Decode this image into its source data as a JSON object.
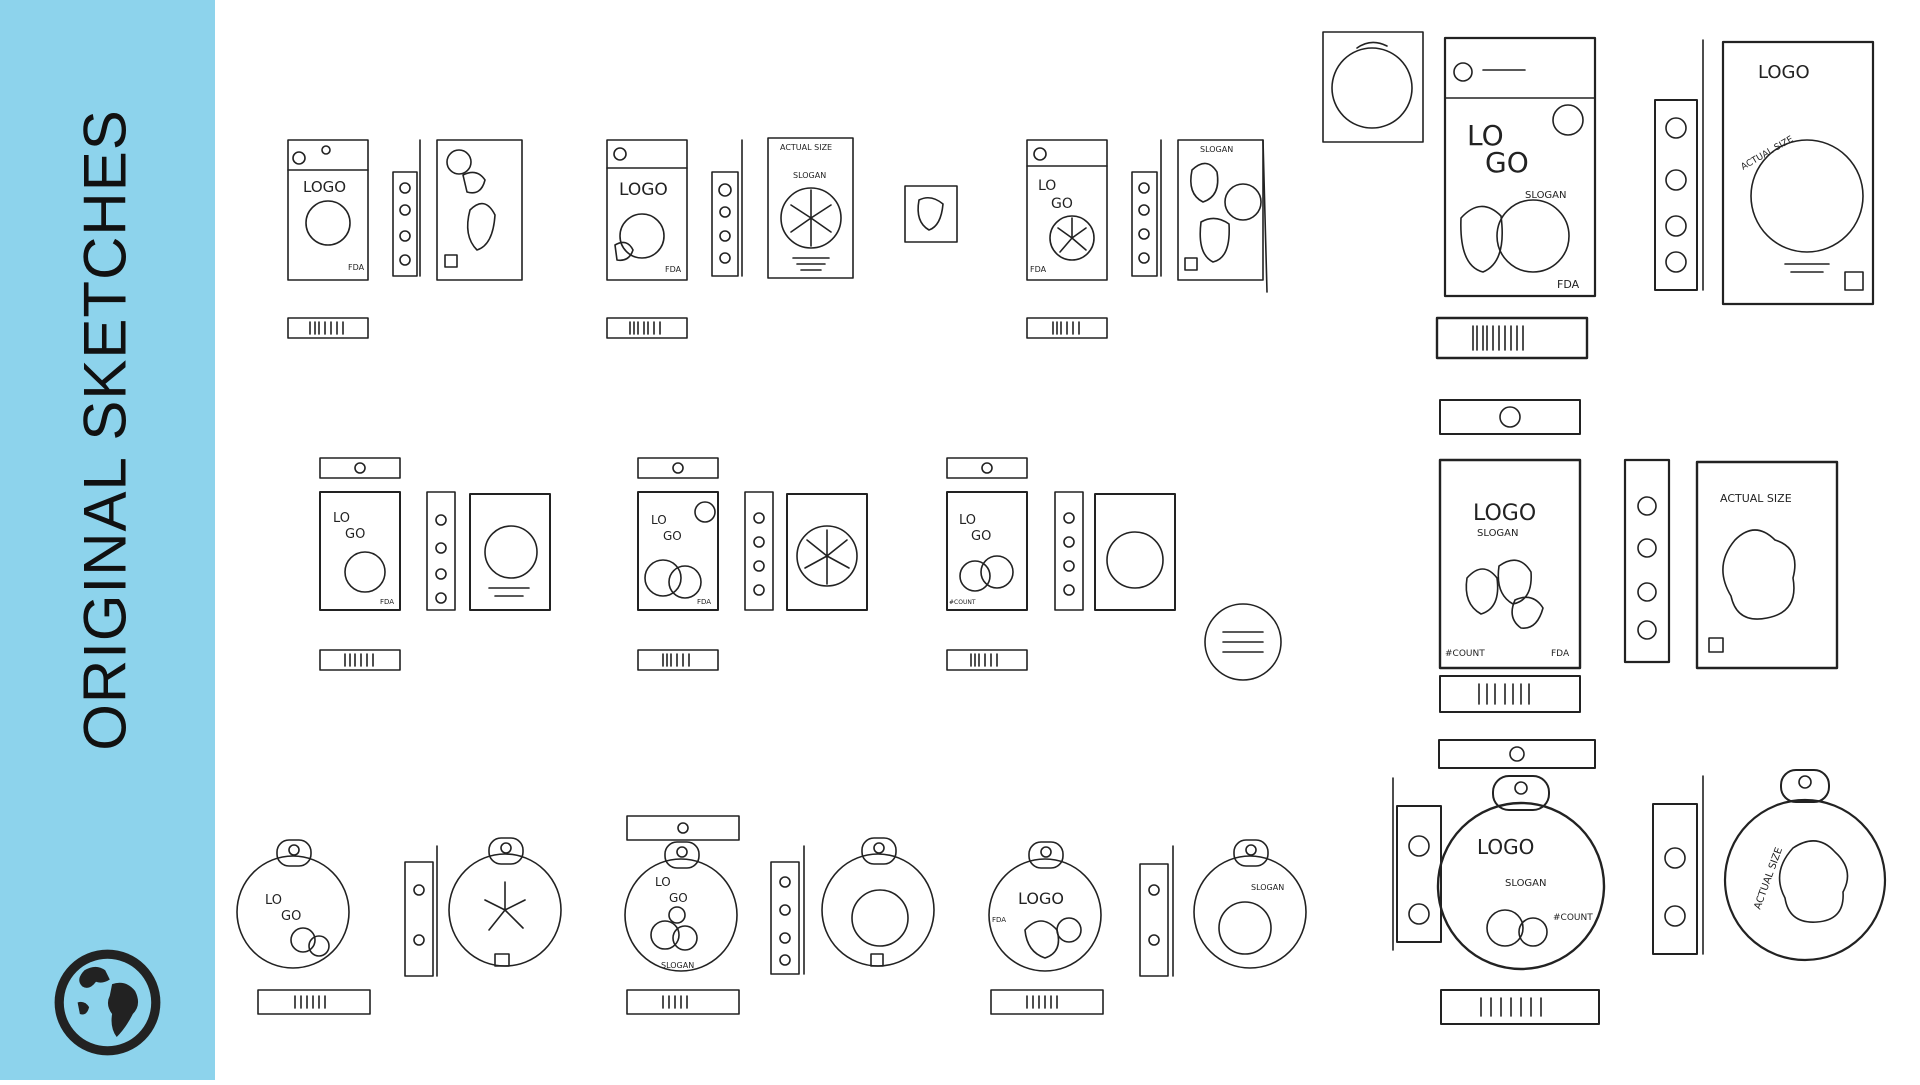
{
  "sidebar": {
    "title": "ORIGINAL SKETCHES",
    "icon": "globe-icon",
    "background_color": "#8dd3ec"
  },
  "sketch_labels": {
    "logo": "LOGO",
    "logo_split_a": "LO",
    "logo_split_b": "GO",
    "slogan": "SLOGAN",
    "actual_size": "ACTUAL SIZE",
    "fda": "FDA",
    "count": "#COUNT"
  }
}
